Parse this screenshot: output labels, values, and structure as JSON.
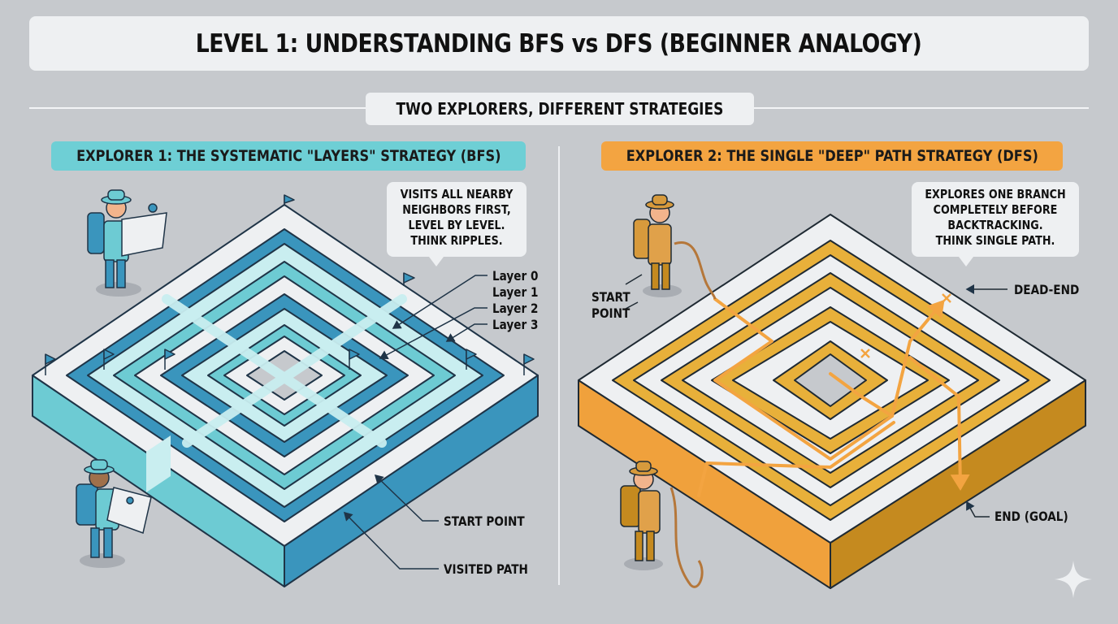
{
  "header": {
    "title": "LEVEL 1: UNDERSTANDING BFS vs DFS (BEGINNER ANALOGY)",
    "subtitle": "TWO EXPLORERS, DIFFERENT STRATEGIES"
  },
  "bfs": {
    "heading": "EXPLORER 1: THE SYSTEMATIC \"LAYERS\" STRATEGY (BFS)",
    "color": "#6ecfd5",
    "maze_colors": {
      "top": "#7fd3d8",
      "side_dark": "#3a95bd",
      "side_light": "#6dcbd3",
      "path": "#c9eef0",
      "outline": "#1f3447"
    },
    "bubble_lines": [
      "VISITS ALL NEARBY",
      "NEIGHBORS FIRST,",
      "LEVEL BY LEVEL.",
      "THINK RIPPLES."
    ],
    "layers": [
      "Layer 0",
      "Layer 1",
      "Layer 2",
      "Layer 3"
    ],
    "callouts": {
      "start": "START POINT",
      "visited": "VISITED PATH"
    },
    "explorer_icons": [
      "explorer-with-map-icon",
      "explorer-with-map-icon"
    ]
  },
  "dfs": {
    "heading": "EXPLORER 2: THE SINGLE \"DEEP\" PATH STRATEGY (DFS)",
    "color": "#f3a441",
    "maze_colors": {
      "top": "#e8b03a",
      "side_dark": "#c58a1f",
      "side_light": "#f0a13c",
      "path": "#f3a441",
      "outline": "#1f2a33"
    },
    "bubble_lines": [
      "EXPLORES ONE BRANCH",
      "COMPLETELY BEFORE",
      "BACKTRACKING.",
      "THINK SINGLE PATH."
    ],
    "callouts": {
      "start_line1": "START",
      "start_line2": "POINT",
      "dead_end": "DEAD-END",
      "end": "END (GOAL)"
    },
    "explorer_icons": [
      "explorer-with-rope-icon",
      "explorer-with-rope-icon"
    ]
  },
  "watermark_icon": "sparkle-icon"
}
